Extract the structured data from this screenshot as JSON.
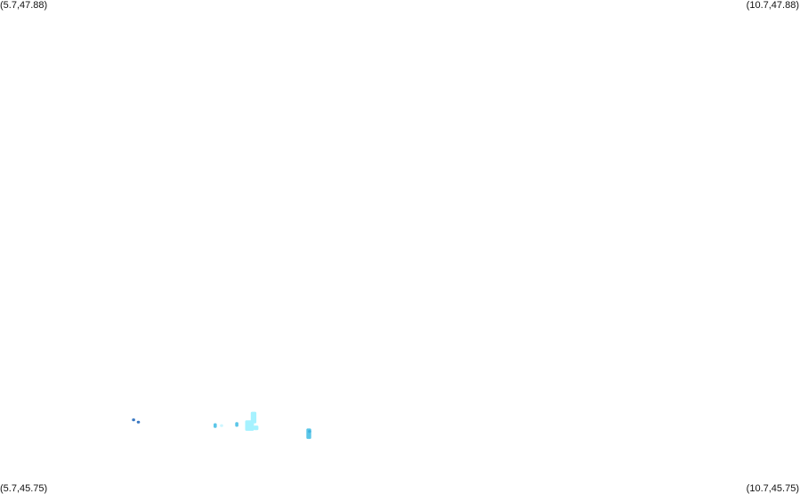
{
  "corners": {
    "top_left": "(5.7,47.88)",
    "top_right": "(10.7,47.88)",
    "bottom_left": "(5.7,45.75)",
    "bottom_right": "(10.7,45.75)"
  },
  "extent": {
    "lon_min": 5.7,
    "lon_max": 10.7,
    "lat_min": 45.75,
    "lat_max": 47.88
  },
  "colors": {
    "dark_blue": "#3a78c2",
    "mid_blue": "#5bc6e8",
    "light_cyan": "#a6f2ff",
    "pale_cyan": "#cdf6ff",
    "deep_cyan": "#3fb4e0"
  },
  "features": [
    {
      "id": "f1",
      "lon": 6.535,
      "lat": 46.06,
      "w": 0.02,
      "h": 0.012,
      "color": "dark_blue"
    },
    {
      "id": "f2",
      "lon": 6.565,
      "lat": 46.05,
      "w": 0.02,
      "h": 0.012,
      "color": "dark_blue"
    },
    {
      "id": "f3",
      "lon": 7.045,
      "lat": 46.035,
      "w": 0.02,
      "h": 0.02,
      "color": "mid_blue"
    },
    {
      "id": "f4",
      "lon": 7.085,
      "lat": 46.035,
      "w": 0.02,
      "h": 0.012,
      "color": "pale_cyan"
    },
    {
      "id": "f5",
      "lon": 7.18,
      "lat": 46.04,
      "w": 0.02,
      "h": 0.02,
      "color": "mid_blue"
    },
    {
      "id": "f6",
      "lon": 7.285,
      "lat": 46.07,
      "w": 0.035,
      "h": 0.05,
      "color": "light_cyan"
    },
    {
      "id": "f7",
      "lon": 7.26,
      "lat": 46.035,
      "w": 0.055,
      "h": 0.045,
      "color": "light_cyan"
    },
    {
      "id": "f8",
      "lon": 7.3,
      "lat": 46.025,
      "w": 0.03,
      "h": 0.02,
      "color": "light_cyan"
    },
    {
      "id": "f9",
      "lon": 7.63,
      "lat": 46.0,
      "w": 0.03,
      "h": 0.045,
      "color": "mid_blue"
    },
    {
      "id": "f10",
      "lon": 7.635,
      "lat": 46.01,
      "w": 0.02,
      "h": 0.012,
      "color": "deep_cyan"
    }
  ]
}
